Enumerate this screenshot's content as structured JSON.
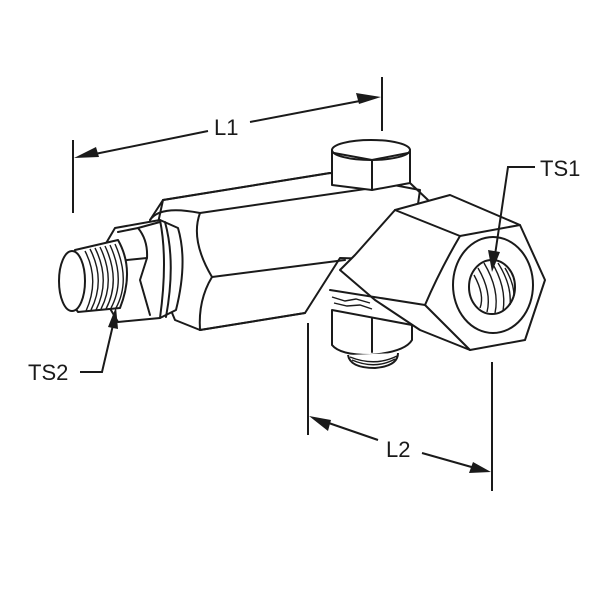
{
  "diagram": {
    "subject": "threaded tee fitting with hex body and bleed screw",
    "labels": {
      "l1": "L1",
      "l2": "L2",
      "ts1": "TS1",
      "ts2": "TS2"
    },
    "colors": {
      "line": "#1a1a1a",
      "background": "#ffffff"
    }
  }
}
